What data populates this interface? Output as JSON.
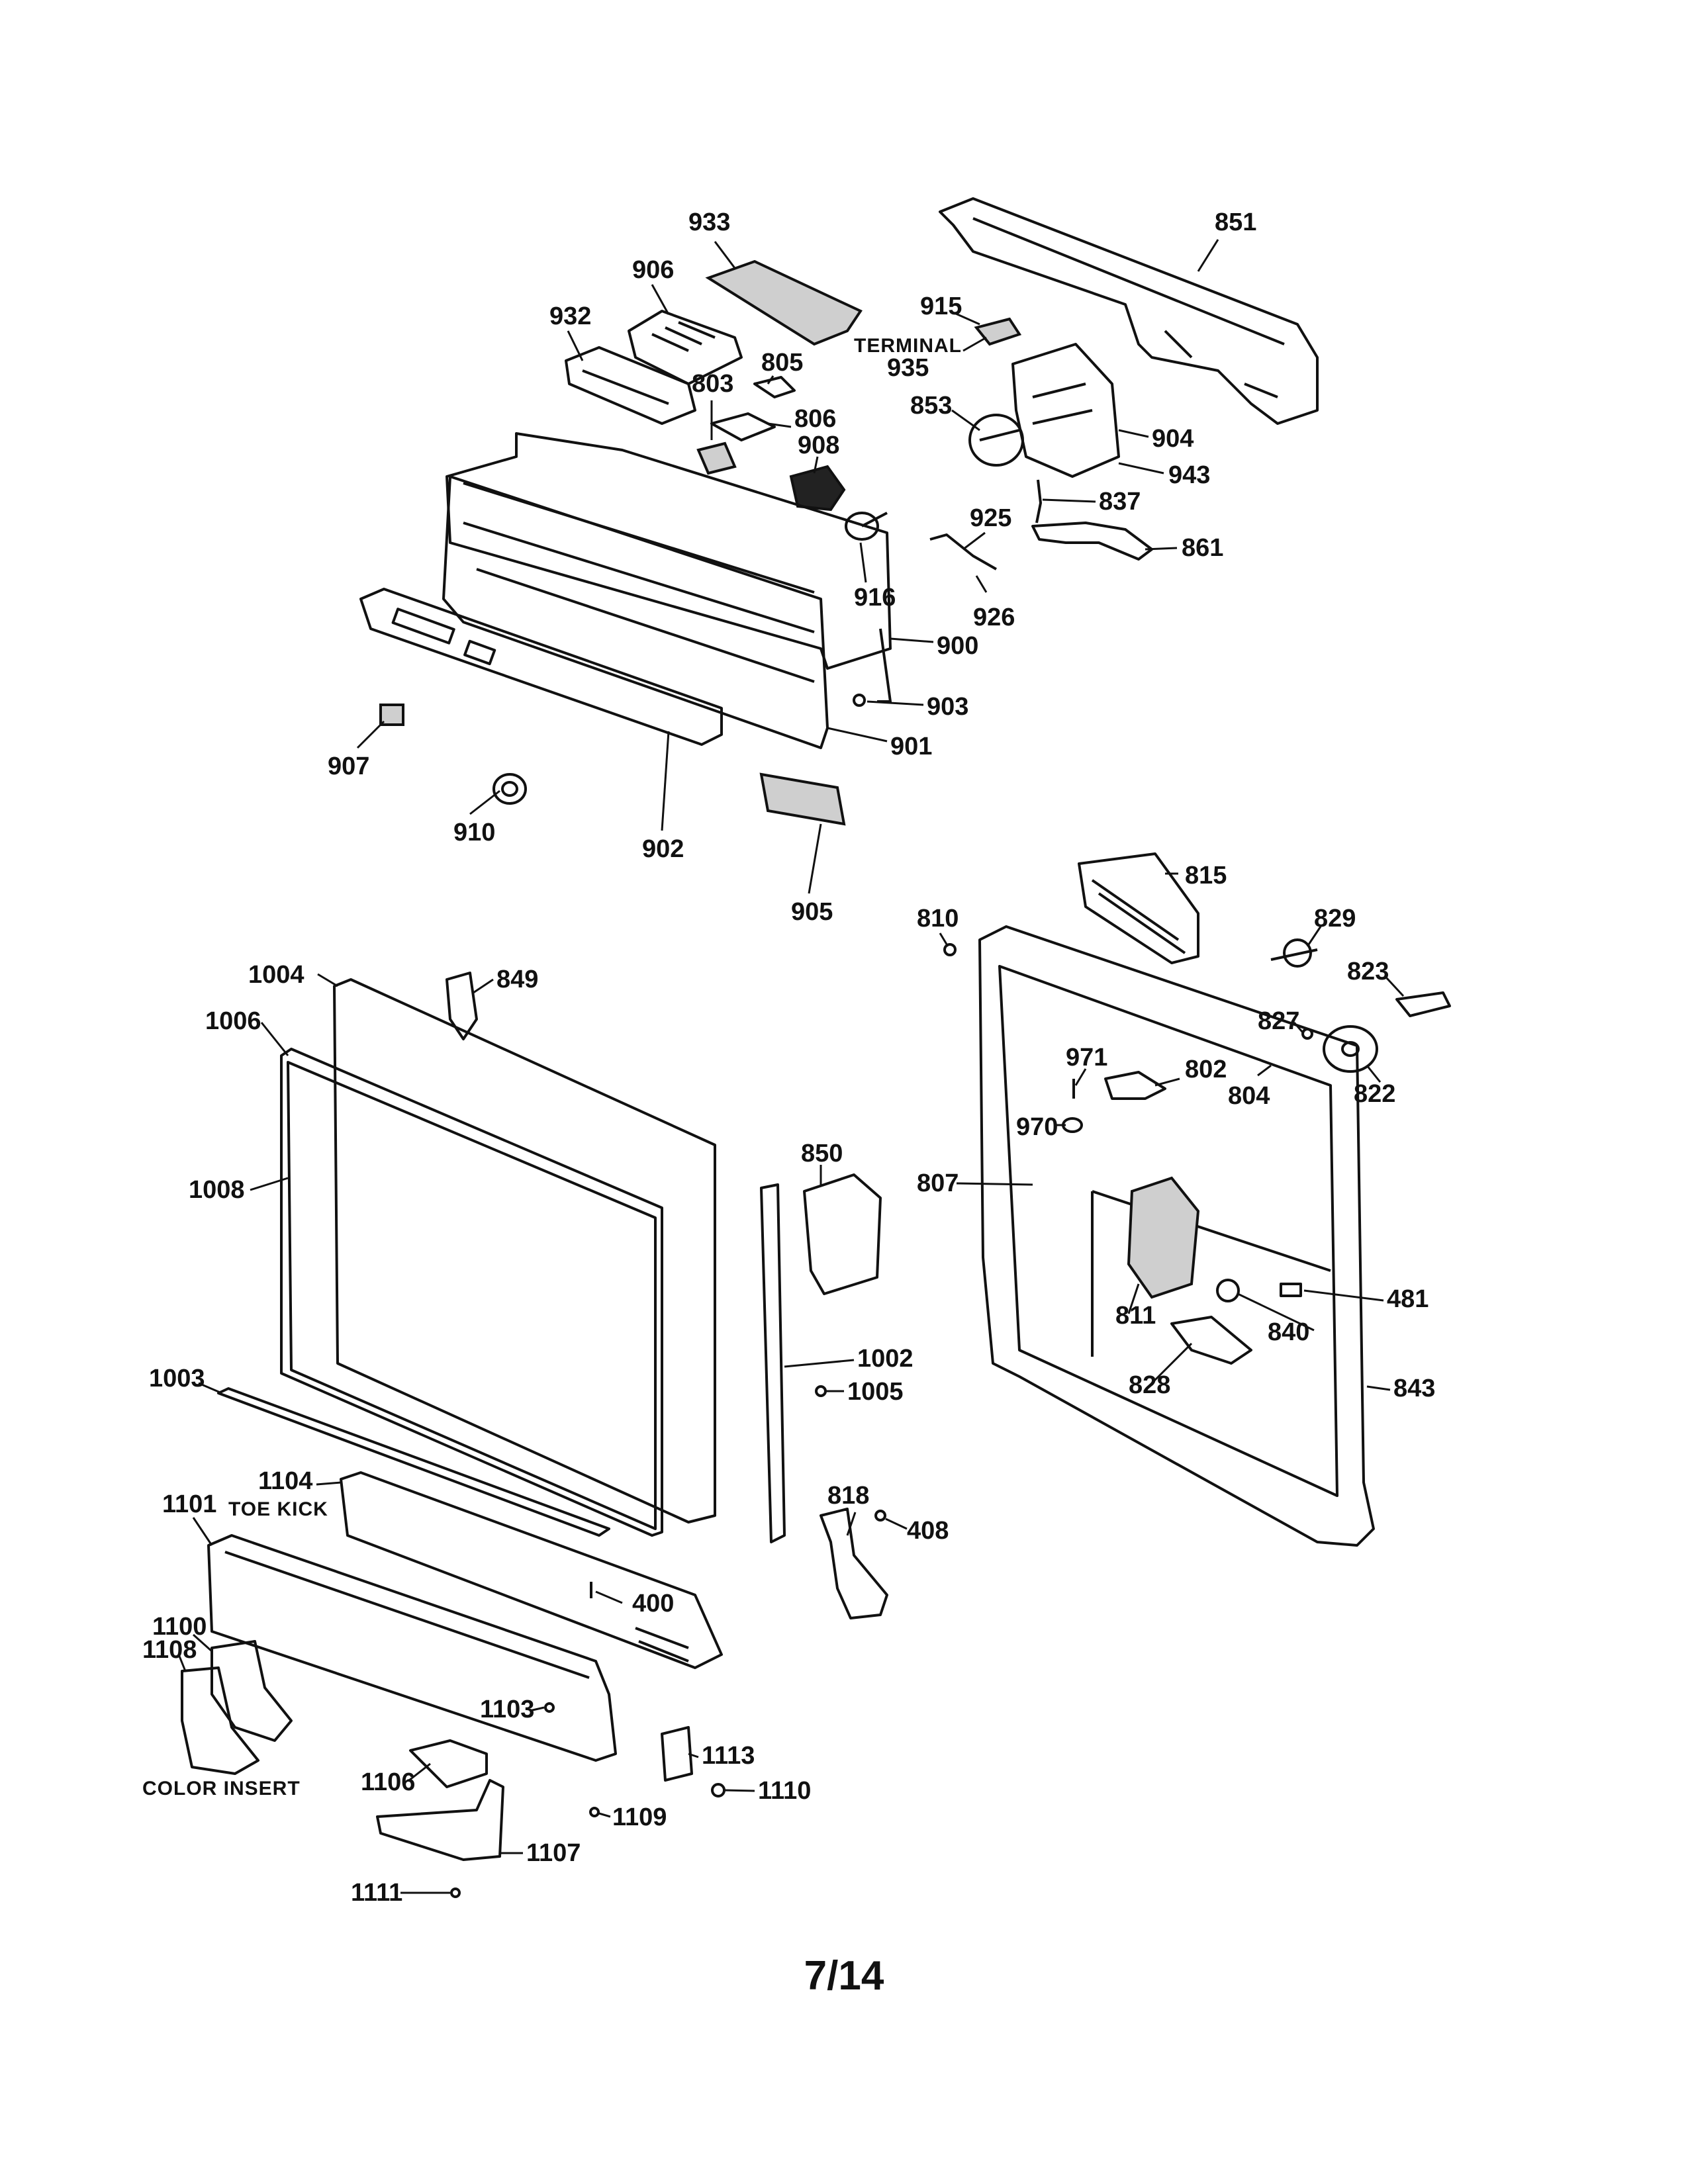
{
  "page_number": "7/14",
  "labels": {
    "933": "933",
    "851": "851",
    "906": "906",
    "932": "932",
    "915": "915",
    "terminal": "TERMINAL",
    "935": "935",
    "805": "805",
    "803": "803",
    "806": "806",
    "853": "853",
    "904": "904",
    "908": "908",
    "943": "943",
    "837": "837",
    "925": "925",
    "861": "861",
    "916": "916",
    "926": "926",
    "900": "900",
    "903": "903",
    "901": "901",
    "907": "907",
    "910": "910",
    "902": "902",
    "905": "905",
    "815": "815",
    "810": "810",
    "829": "829",
    "823": "823",
    "827": "827",
    "822": "822",
    "1004": "1004",
    "849": "849",
    "1006": "1006",
    "971": "971",
    "802": "802",
    "804": "804",
    "970": "970",
    "850": "850",
    "1008": "1008",
    "807": "807",
    "481": "481",
    "811": "811",
    "840": "840",
    "1002": "1002",
    "1005": "1005",
    "1003": "1003",
    "828": "828",
    "843": "843",
    "1104": "1104",
    "toe_kick": "TOE KICK",
    "1101": "1101",
    "818": "818",
    "408": "408",
    "400": "400",
    "1100": "1100",
    "1108": "1108",
    "1103": "1103",
    "1113": "1113",
    "1110": "1110",
    "1106": "1106",
    "color_insert": "COLOR INSERT",
    "1109": "1109",
    "1107": "1107",
    "1111": "1111"
  }
}
